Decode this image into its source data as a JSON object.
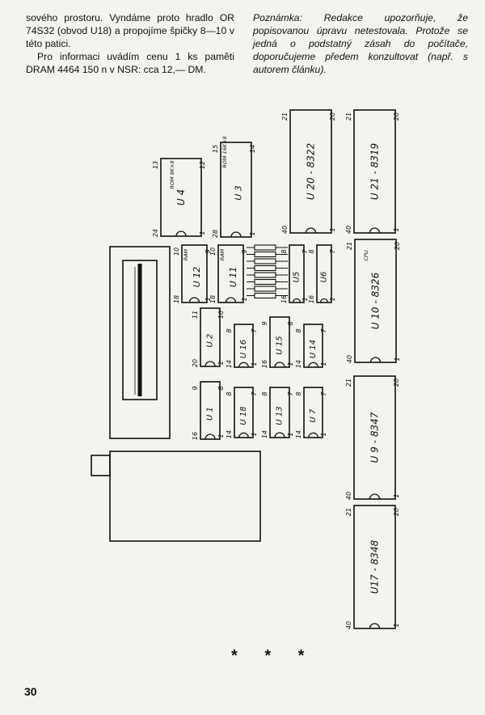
{
  "left_column": {
    "p1": "sového prostoru. Vyndáme proto hradlo OR 74S32 (obvod U18) a propojíme špičky 8—10 v této patici.",
    "p2": "Pro informaci uvádím cenu 1 ks paměti DRAM 4464 150 n v NSR: cca 12,— DM."
  },
  "right_column": {
    "note": "Poznámka: Redakce upozorňuje, že popisovanou úpravu netestovala. Protože se jedná o podstatný zásah do počítače, doporučujeme předem konzultovat (např. s autorem článku)."
  },
  "board": {
    "chips": [
      {
        "id": "u4",
        "label": "U 4",
        "sub": "ROM 8K×8",
        "pins": [
          "13",
          "12",
          "24",
          "1"
        ]
      },
      {
        "id": "u3",
        "label": "U 3",
        "sub": "ROM 16K×8",
        "pins": [
          "15",
          "14",
          "28",
          "1"
        ]
      },
      {
        "id": "u20",
        "label": "U 20 - 8322",
        "sub": "",
        "pins": [
          "21",
          "20",
          "40",
          "1"
        ]
      },
      {
        "id": "u21",
        "label": "U 21 - 8319",
        "sub": "",
        "pins": [
          "21",
          "20",
          "40",
          "1"
        ]
      },
      {
        "id": "u12",
        "label": "U 12",
        "sub": "RAM",
        "pins": [
          "10",
          "9",
          "18",
          "1"
        ]
      },
      {
        "id": "u11",
        "label": "U 11",
        "sub": "RAM",
        "pins": [
          "10",
          "9",
          "18",
          "1"
        ]
      },
      {
        "id": "u5",
        "label": "U5",
        "sub": "",
        "pins": [
          "8",
          "7",
          "16",
          "1"
        ]
      },
      {
        "id": "u6",
        "label": "U6",
        "sub": "",
        "pins": [
          "8",
          "7",
          "16",
          "1"
        ]
      },
      {
        "id": "u10",
        "label": "U 10 - 8326",
        "sub": "CPU",
        "pins": [
          "21",
          "20",
          "40",
          "1"
        ]
      },
      {
        "id": "u2",
        "label": "U 2",
        "sub": "",
        "pins": [
          "11",
          "10",
          "20",
          "1"
        ]
      },
      {
        "id": "u16",
        "label": "U 16",
        "sub": "",
        "pins": [
          "8",
          "7",
          "14",
          "1"
        ]
      },
      {
        "id": "u15",
        "label": "U 15",
        "sub": "",
        "pins": [
          "9",
          "8",
          "16",
          "1"
        ]
      },
      {
        "id": "u14",
        "label": "U 14",
        "sub": "",
        "pins": [
          "8",
          "7",
          "14",
          "1"
        ]
      },
      {
        "id": "u9",
        "label": "U 9 - 8347",
        "sub": "",
        "pins": [
          "21",
          "20",
          "40",
          "1"
        ]
      },
      {
        "id": "u1",
        "label": "U 1",
        "sub": "",
        "pins": [
          "9",
          "8",
          "16",
          "1"
        ]
      },
      {
        "id": "u18",
        "label": "U 18",
        "sub": "",
        "pins": [
          "8",
          "7",
          "14",
          "1"
        ]
      },
      {
        "id": "u13",
        "label": "U 13",
        "sub": "",
        "pins": [
          "8",
          "7",
          "14",
          "1"
        ]
      },
      {
        "id": "u7",
        "label": "U 7",
        "sub": "",
        "pins": [
          "8",
          "7",
          "14",
          "1"
        ]
      },
      {
        "id": "u17",
        "label": "U17 - 8348",
        "sub": "",
        "pins": [
          "21",
          "20",
          "40",
          "1"
        ]
      }
    ]
  },
  "stars": "* * *",
  "page_number": "30"
}
